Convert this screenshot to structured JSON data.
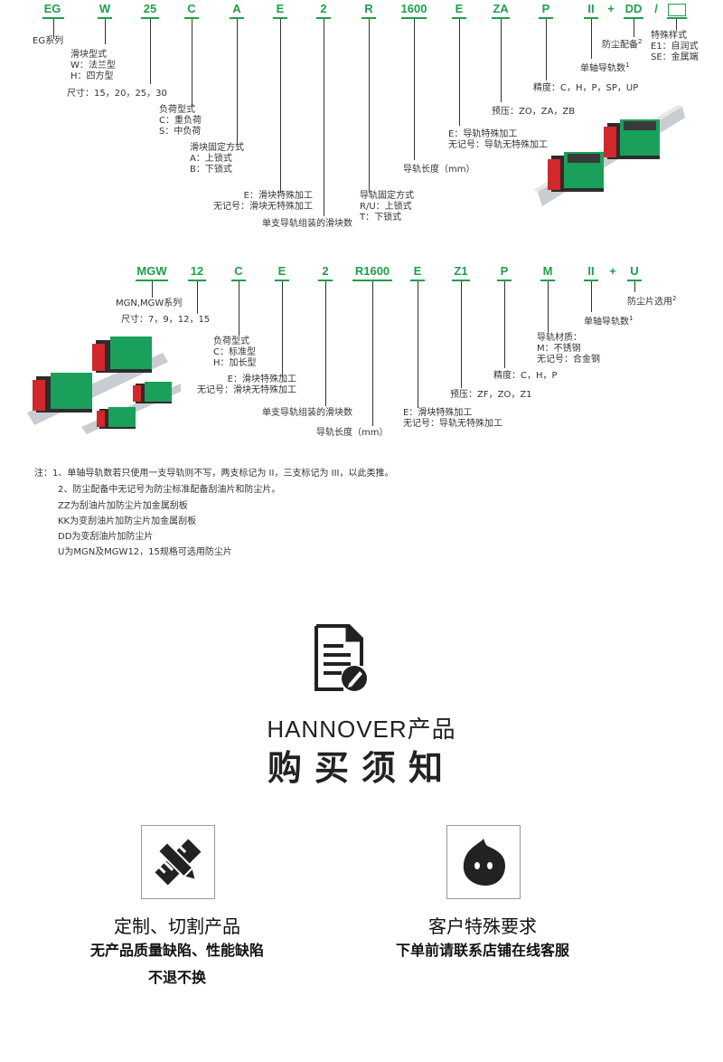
{
  "eg": {
    "codes": [
      "EG",
      "W",
      "25",
      "C",
      "A",
      "E",
      "2",
      "R",
      "1600",
      "E",
      "ZA",
      "P",
      "II",
      "+",
      "DD",
      "/"
    ],
    "labels": {
      "series": "EG系列",
      "block_type": [
        "滑块型式",
        "W：法兰型",
        "H：四方型"
      ],
      "size": "尺寸：15，20，25，30",
      "load_type": [
        "负荷型式",
        "C：重负荷",
        "S：中负荷"
      ],
      "block_fix": [
        "滑块固定方式",
        "A：上锁式",
        "B：下锁式"
      ],
      "block_special": [
        "E：滑块特殊加工",
        "无记号：滑块无特殊加工"
      ],
      "block_count": "单支导轨组装的滑块数",
      "rail_fix": [
        "导轨固定方式",
        "R/U：上锁式",
        "T：下锁式"
      ],
      "rail_length": "导轨长度（mm）",
      "rail_special": [
        "E：导轨特殊加工",
        "无记号：导轨无特殊加工"
      ],
      "preload": "预压：ZO，ZA，ZB",
      "precision": "精度：C，H，P，SP，UP",
      "rail_count": "单轴导轨数",
      "dust": "防尘配备",
      "special": [
        "特殊样式",
        "E1：自润式",
        "SE：金属端"
      ]
    }
  },
  "mg": {
    "codes": [
      "MGW",
      "12",
      "C",
      "E",
      "2",
      "R1600",
      "E",
      "Z1",
      "P",
      "M",
      "II",
      "+",
      "U"
    ],
    "labels": {
      "series": "MGN,MGW系列",
      "size": "尺寸：7，9，12，15",
      "load_type": [
        "负荷型式",
        "C：标准型",
        "H：加长型"
      ],
      "block_special": [
        "E：滑块特殊加工",
        "无记号：滑块无特殊加工"
      ],
      "block_count": "单支导轨组装的滑块数",
      "rail_length": "导轨长度（mm）",
      "rail_special": [
        "E：滑块特殊加工",
        "无记号：导轨无特殊加工"
      ],
      "preload": "预压：ZF，ZO，Z1",
      "precision": "精度：C，H，P",
      "material": [
        "导轨材质：",
        "M：不锈钢",
        "无记号：合金钢"
      ],
      "rail_count": "单轴导轨数",
      "dust": "防尘片选用"
    }
  },
  "notes": [
    "注：1、单轴导轨数若只使用一支导轨则不写，两支标记为 II，三支标记为 III，以此类推。",
    "2、防尘配备中无记号为防尘标准配备刮油片和防尘片。",
    "ZZ为刮油片加防尘片加金属刮板",
    "KK为变刮油片加防尘片加金属刮板",
    "DD为变刮油片加防尘片",
    "U为MGN及MGW12，15规格可选用防尘片"
  ],
  "footnote_marks": {
    "one": "1",
    "two": "2"
  },
  "purchase": {
    "title_en": "HANNOVER产品",
    "title_cn": "购买须知",
    "left": {
      "icon": "ruler-pencil-icon",
      "title": "定制、切割产品",
      "text": [
        "无产品质量缺陷、性能缺陷",
        "不退不换"
      ]
    },
    "right": {
      "icon": "chat-bubble-icon",
      "title": "客户特殊要求",
      "text": [
        "下单前请联系店铺在线客服"
      ]
    }
  },
  "colors": {
    "code_green": "#1f9e4a",
    "rail_green": "#1aa05a",
    "end_red": "#d2282b"
  }
}
